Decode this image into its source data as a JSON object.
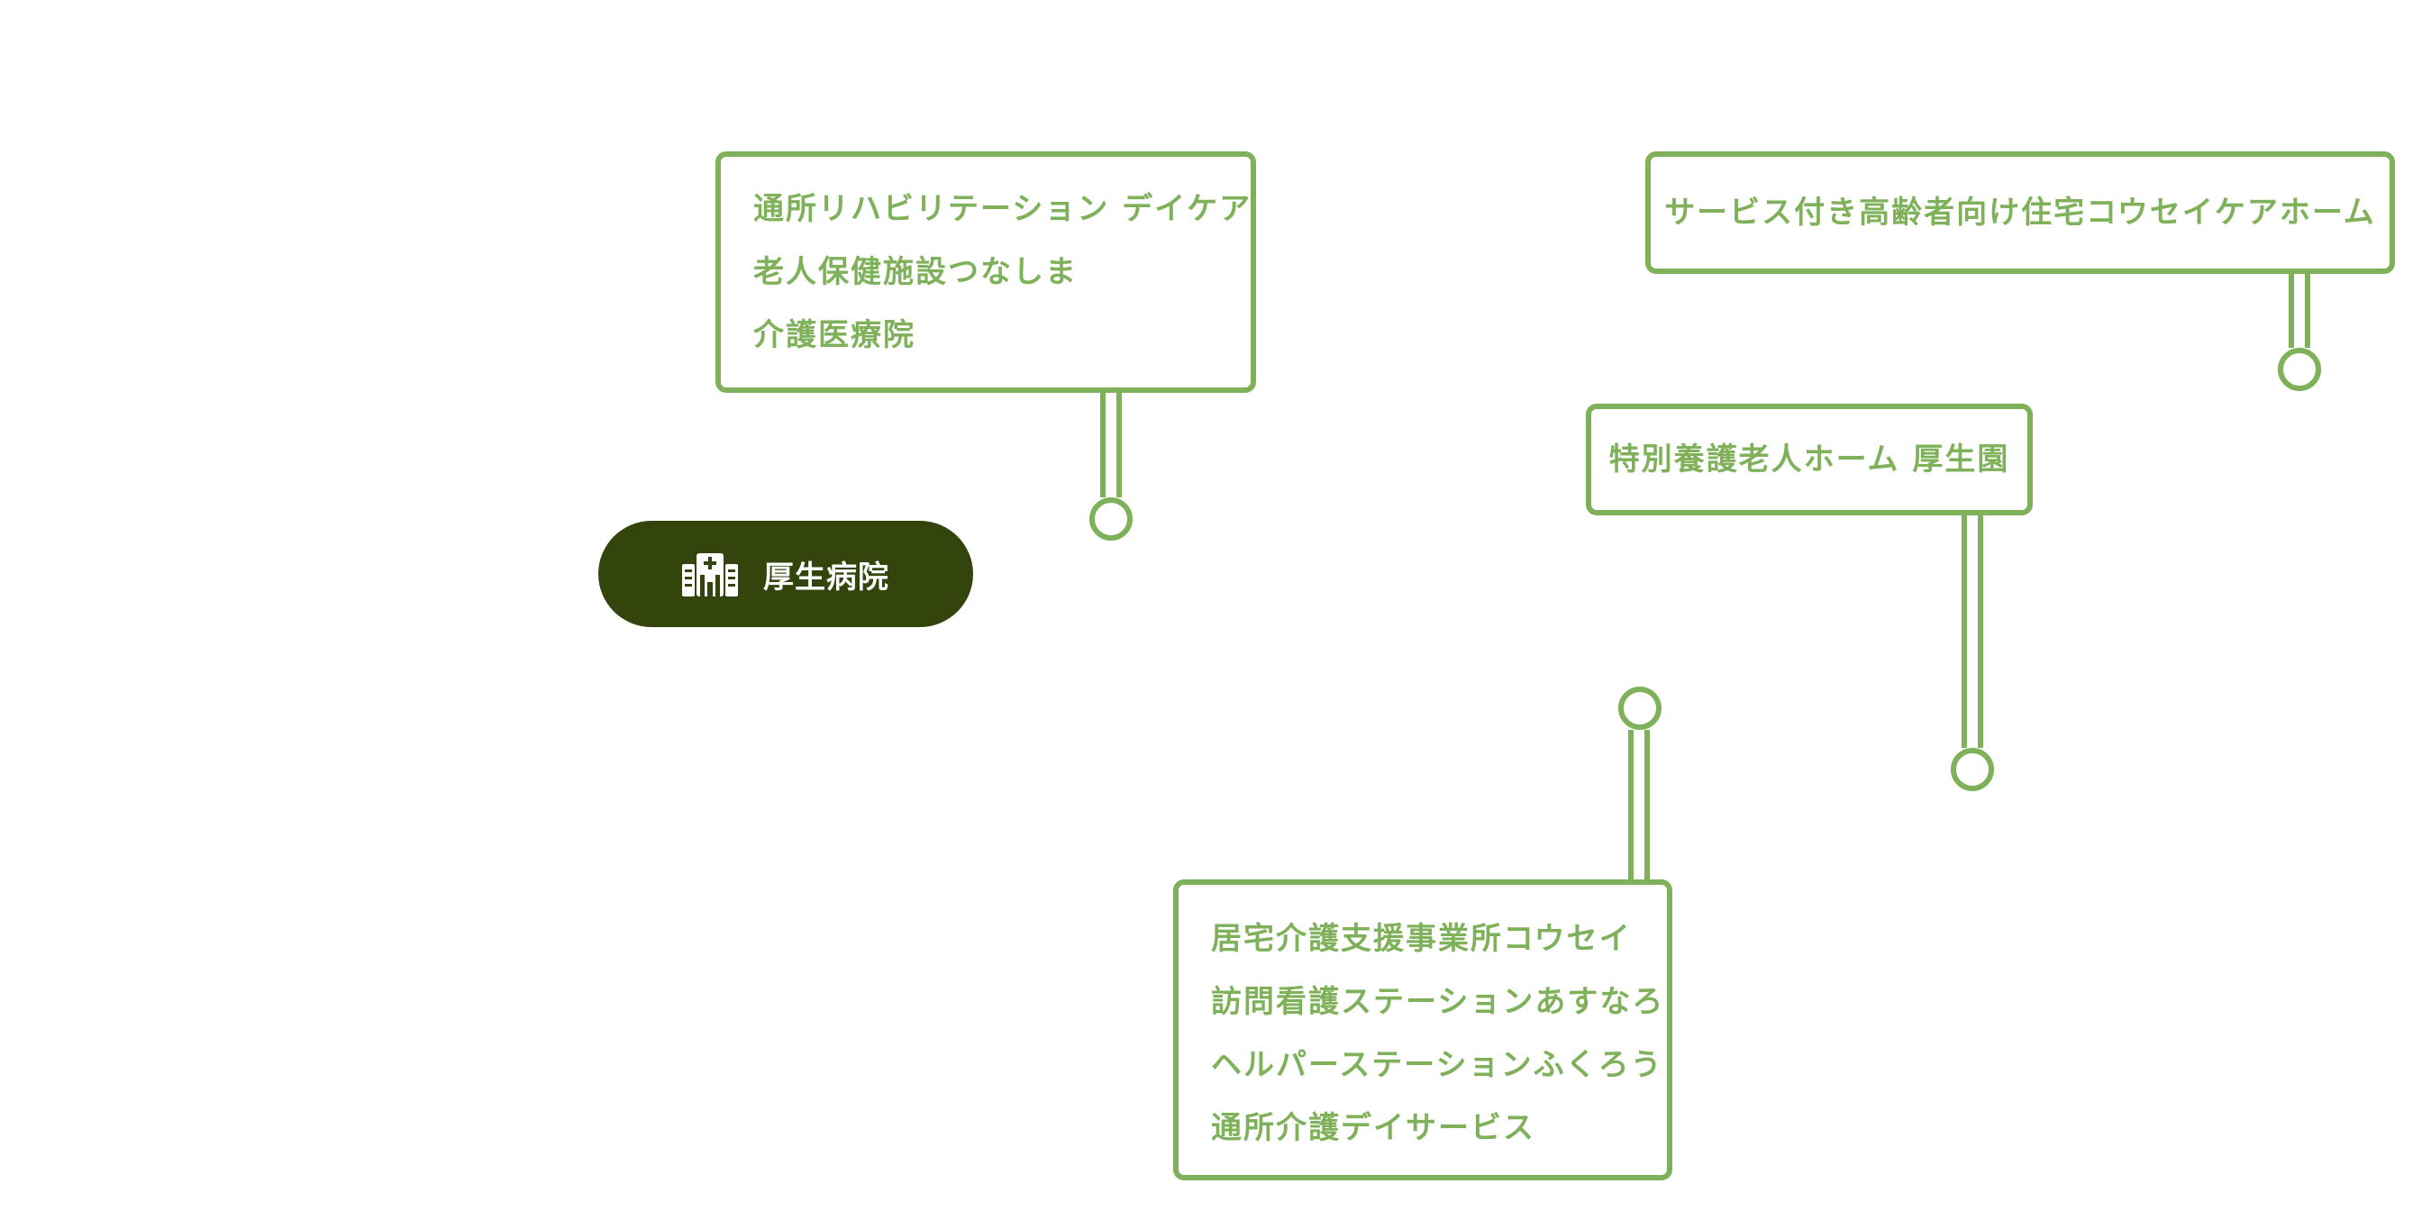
{
  "hospital": {
    "icon": "hospital-building-icon",
    "label": "厚生病院",
    "color": "#33450d"
  },
  "accent_color": "#7eb15a",
  "facilities": {
    "rehab_group": {
      "lines": [
        "通所リハビリテーション デイケア",
        "老人保健施設つなしま",
        "介護医療院"
      ]
    },
    "service_housing": {
      "lines": [
        "サービス付き高齢者向け住宅コウセイケアホーム"
      ]
    },
    "nursing_home": {
      "lines": [
        "特別養護老人ホーム 厚生園"
      ]
    },
    "care_support_group": {
      "lines": [
        "居宅介護支援事業所コウセイ",
        "訪問看護ステーションあすなろ",
        "ヘルパーステーションふくろう",
        "通所介護デイサービス"
      ]
    }
  }
}
